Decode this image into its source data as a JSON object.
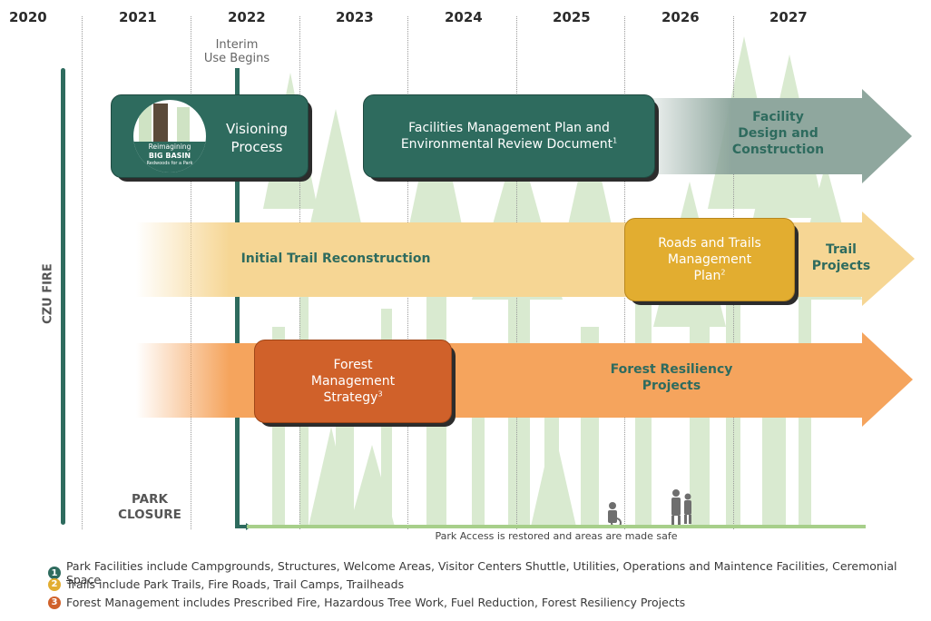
{
  "years": [
    "2020",
    "2021",
    "2022",
    "2023",
    "2024",
    "2025",
    "2026",
    "2027"
  ],
  "czu_fire": "CZU FIRE",
  "park_closure": "PARK\nCLOSURE",
  "interim": "Interim\nUse Begins",
  "park_access": "Park Access is restored and areas are made safe",
  "logo": {
    "line1": "Reimagining",
    "line2": "BIG BASIN",
    "line3": "Redwoods for a Park"
  },
  "boxes": {
    "visioning": "Visioning\nProcess",
    "facilities": "Facilities Management Plan and\nEnvironmental Review Document",
    "facilities_sup": "1",
    "roads": "Roads and Trails\nManagement\nPlan",
    "roads_sup": "2",
    "forest": "Forest\nManagement\nStrategy",
    "forest_sup": "3"
  },
  "arrows": {
    "facility": "Facility\nDesign and\nConstruction",
    "trail_recon": "Initial Trail Reconstruction",
    "trail_projects": "Trail\nProjects",
    "forest_projects": "Forest Resiliency\nProjects"
  },
  "legend": [
    {
      "num": "1",
      "color": "#2e6b5e",
      "text": "Park Facilities include Campgrounds, Structures, Welcome Areas, Visitor Centers Shuttle, Utilities, Operations and Maintence Facilities, Ceremonial Space"
    },
    {
      "num": "2",
      "color": "#e2ad30",
      "text": "Trails include Park Trails, Fire Roads, Trail Camps, Trailheads"
    },
    {
      "num": "3",
      "color": "#d0612a",
      "text": "Forest Management includes Prescribed Fire, Hazardous Tree Work, Fuel Reduction, Forest Resiliency Projects"
    }
  ],
  "colors": {
    "teal": "#2e6b5e",
    "gray_teal": "#8fa79e",
    "yellow": "#f6d694",
    "gold": "#e2ad30",
    "orange": "#f5a45d",
    "burnt": "#d0612a",
    "tree": "#cfe3c4"
  }
}
